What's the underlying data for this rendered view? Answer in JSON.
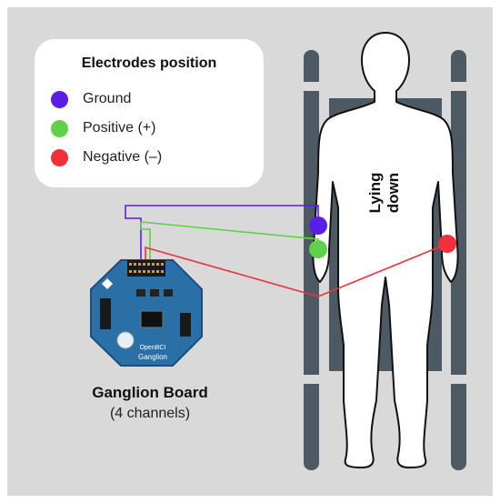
{
  "legend": {
    "title": "Electrodes position",
    "items": [
      {
        "label": "Ground",
        "color": "#5b1ee6"
      },
      {
        "label": "Positive (+)",
        "color": "#5fd04a"
      },
      {
        "label": "Negative (–)",
        "color": "#f0303a"
      }
    ]
  },
  "board": {
    "title": "Ganglion Board",
    "subtitle": "(4 channels)",
    "brand": "OpenBCI",
    "name": "Ganglion"
  },
  "posture_label": "Lying down",
  "colors": {
    "background": "#d9d9d9",
    "stretcher": "#4d5a64",
    "board": "#2a6fa6"
  }
}
